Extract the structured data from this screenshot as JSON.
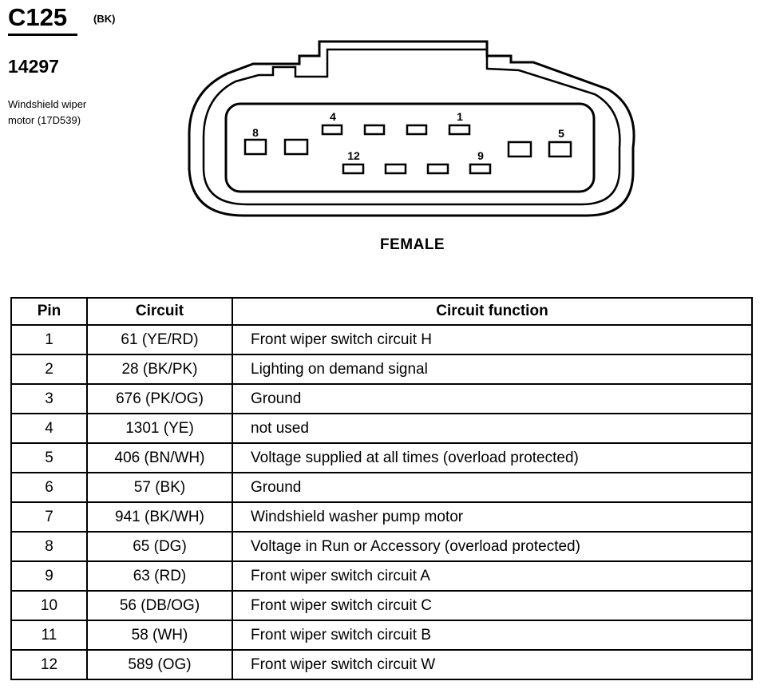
{
  "connector": {
    "id": "C125",
    "color": "(BK)",
    "part_number": "14297",
    "description_line1": "Windshield wiper",
    "description_line2": "motor (17D539)",
    "gender": "FEMALE",
    "pin_labels": {
      "p1": "1",
      "p4": "4",
      "p5": "5",
      "p8": "8",
      "p9": "9",
      "p12": "12"
    }
  },
  "table": {
    "headers": {
      "pin": "Pin",
      "circuit": "Circuit",
      "function": "Circuit function"
    },
    "rows": [
      {
        "pin": "1",
        "circuit": "61 (YE/RD)",
        "function": "Front wiper switch circuit H"
      },
      {
        "pin": "2",
        "circuit": "28 (BK/PK)",
        "function": "Lighting on demand signal"
      },
      {
        "pin": "3",
        "circuit": "676 (PK/OG)",
        "function": "Ground"
      },
      {
        "pin": "4",
        "circuit": "1301 (YE)",
        "function": "not used"
      },
      {
        "pin": "5",
        "circuit": "406 (BN/WH)",
        "function": "Voltage supplied at all times (overload protected)"
      },
      {
        "pin": "6",
        "circuit": "57 (BK)",
        "function": "Ground"
      },
      {
        "pin": "7",
        "circuit": "941 (BK/WH)",
        "function": "Windshield washer pump motor"
      },
      {
        "pin": "8",
        "circuit": "65 (DG)",
        "function": "Voltage in Run or Accessory (overload protected)"
      },
      {
        "pin": "9",
        "circuit": "63 (RD)",
        "function": "Front wiper switch circuit A"
      },
      {
        "pin": "10",
        "circuit": "56 (DB/OG)",
        "function": "Front wiper switch circuit C"
      },
      {
        "pin": "11",
        "circuit": "58 (WH)",
        "function": "Front wiper switch circuit B"
      },
      {
        "pin": "12",
        "circuit": "589 (OG)",
        "function": "Front wiper switch circuit W"
      }
    ]
  }
}
